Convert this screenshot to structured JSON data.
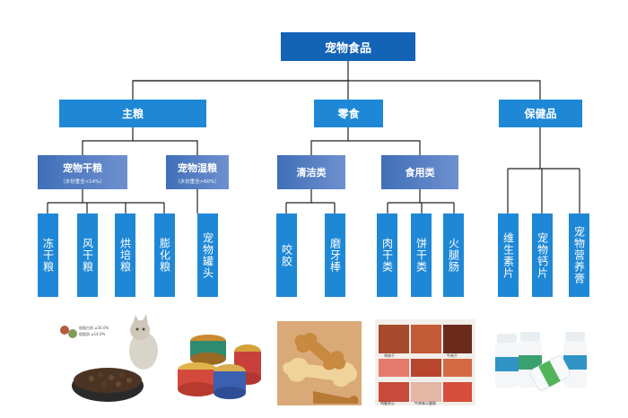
{
  "root": "宠物食品",
  "level1": {
    "main_food": "主粮",
    "snacks": "零食",
    "health": "保健品"
  },
  "level2": {
    "dry_food": {
      "title": "宠物干粮",
      "note": "（水份重含<14%）"
    },
    "wet_food": {
      "title": "宠物湿粮",
      "note": "（水份重含>60%）"
    },
    "cleaning": "清洁类",
    "edible": "食用类"
  },
  "leaves": {
    "dongganliang": "冻干粮",
    "fengganliang": "风干粮",
    "hongpeiliang": "烘培粮",
    "penghualiang": "膨化粮",
    "chongwuguantou": "宠物罐头",
    "yaojiao": "咬胶",
    "moyabang": "磨牙棒",
    "rouganlei": "肉干类",
    "bingganlei": "饼干类",
    "huotuichang": "火腿肠",
    "weishengsupian": "维生素片",
    "chongwugaipian": "宠物钙片",
    "chongwuyingyanggao": "宠物营养膏"
  },
  "photo_captions": {
    "kibble": [
      "粗蛋白质 ≥30.0%",
      "粗脂肪 ≥14.0%"
    ],
    "jerky": [
      "鸡肉干",
      "牛肉干",
      "鸡腿夹心",
      "牛肉味火腿肠"
    ]
  },
  "colors": {
    "root_box": "#1363b7",
    "level1_box": "#1f88d6",
    "level2_box": "#4f7cc4",
    "leaf_box": "#1f88d6",
    "connector": "#222222"
  }
}
